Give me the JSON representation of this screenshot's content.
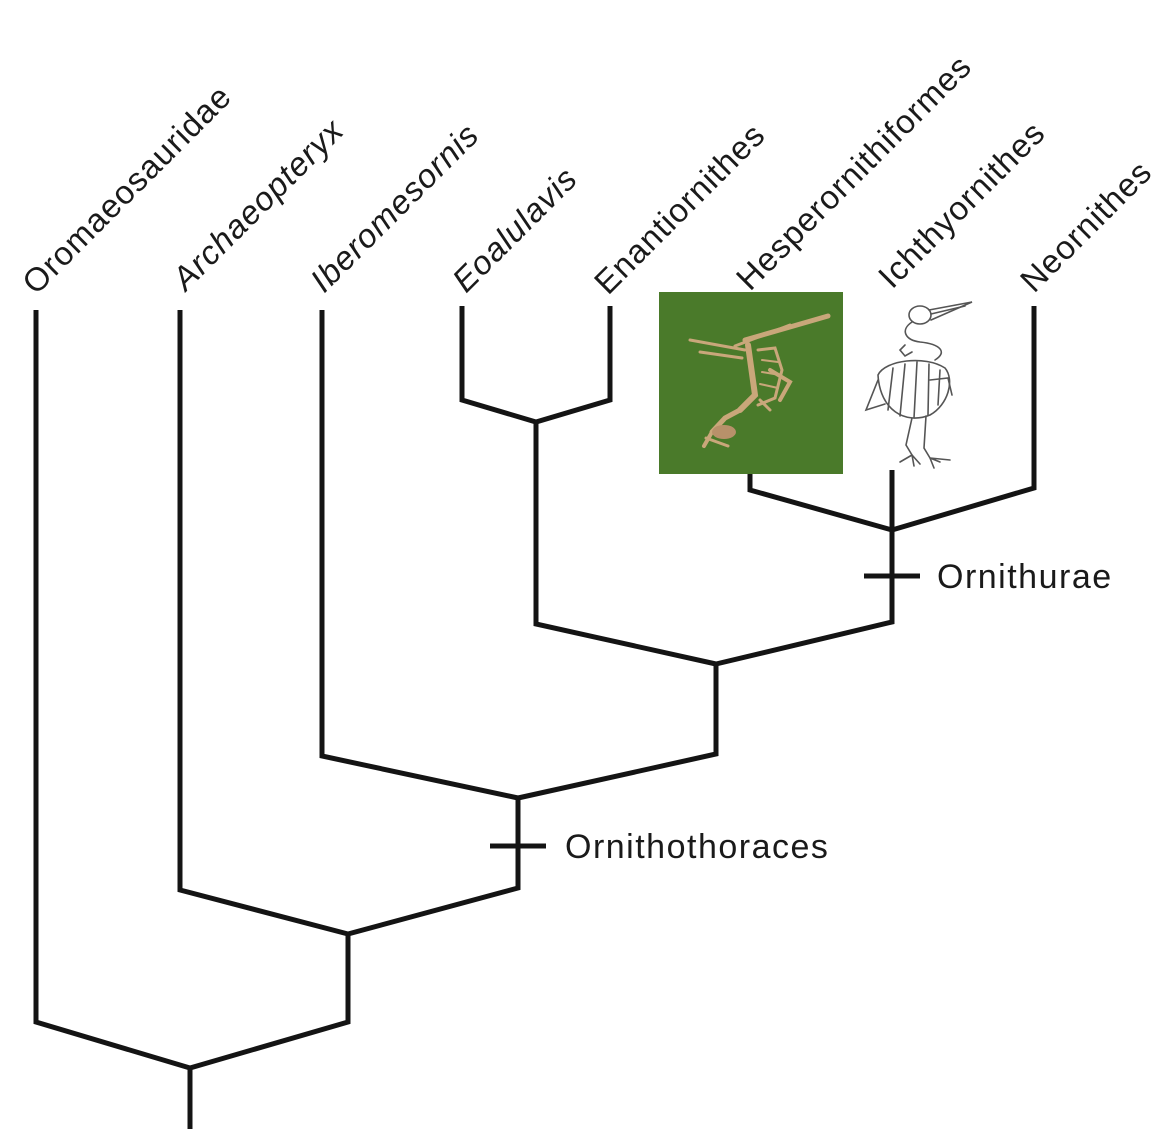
{
  "taxa": [
    {
      "name": "Oromaeosauridae"
    },
    {
      "name": "Archaeopteryx"
    },
    {
      "name": "Iberomesornis"
    },
    {
      "name": "Eoalulavis"
    },
    {
      "name": "Enantiornithes"
    },
    {
      "name": "Hesperornithiformes"
    },
    {
      "name": "Ichthyornithes"
    },
    {
      "name": "Neornithes"
    }
  ],
  "clades": {
    "ornithurae": "Ornithurae",
    "ornithothoraces": "Ornithothoraces"
  },
  "images": {
    "fossil_photo_bg": "#4a7a2a",
    "fossil_bone_color": "#c9a77a",
    "sketch_line_color": "#555555"
  }
}
